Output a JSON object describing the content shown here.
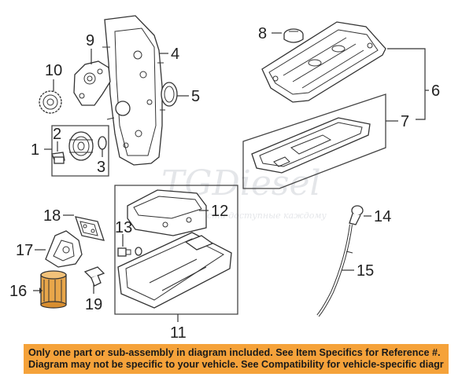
{
  "callouts": {
    "c1": "1",
    "c2": "2",
    "c3": "3",
    "c4": "4",
    "c5": "5",
    "c6": "6",
    "c7": "7",
    "c8": "8",
    "c9": "9",
    "c10": "10",
    "c11": "11",
    "c12": "12",
    "c13": "13",
    "c14": "14",
    "c15": "15",
    "c16": "16",
    "c17": "17",
    "c18": "18",
    "c19": "19"
  },
  "watermark": {
    "logo": "TGDiesel",
    "tagline": "автозапчасти доступные каждому"
  },
  "disclaimer": {
    "line1": "Only one part or sub-assembly in diagram included. See Item Specifics for Reference #.",
    "line2": "Diagram may not be specific to your vehicle. See Compatibility for vehicle-specific diagrams."
  },
  "colors": {
    "banner": "#f5a23a",
    "line": "#333333"
  }
}
